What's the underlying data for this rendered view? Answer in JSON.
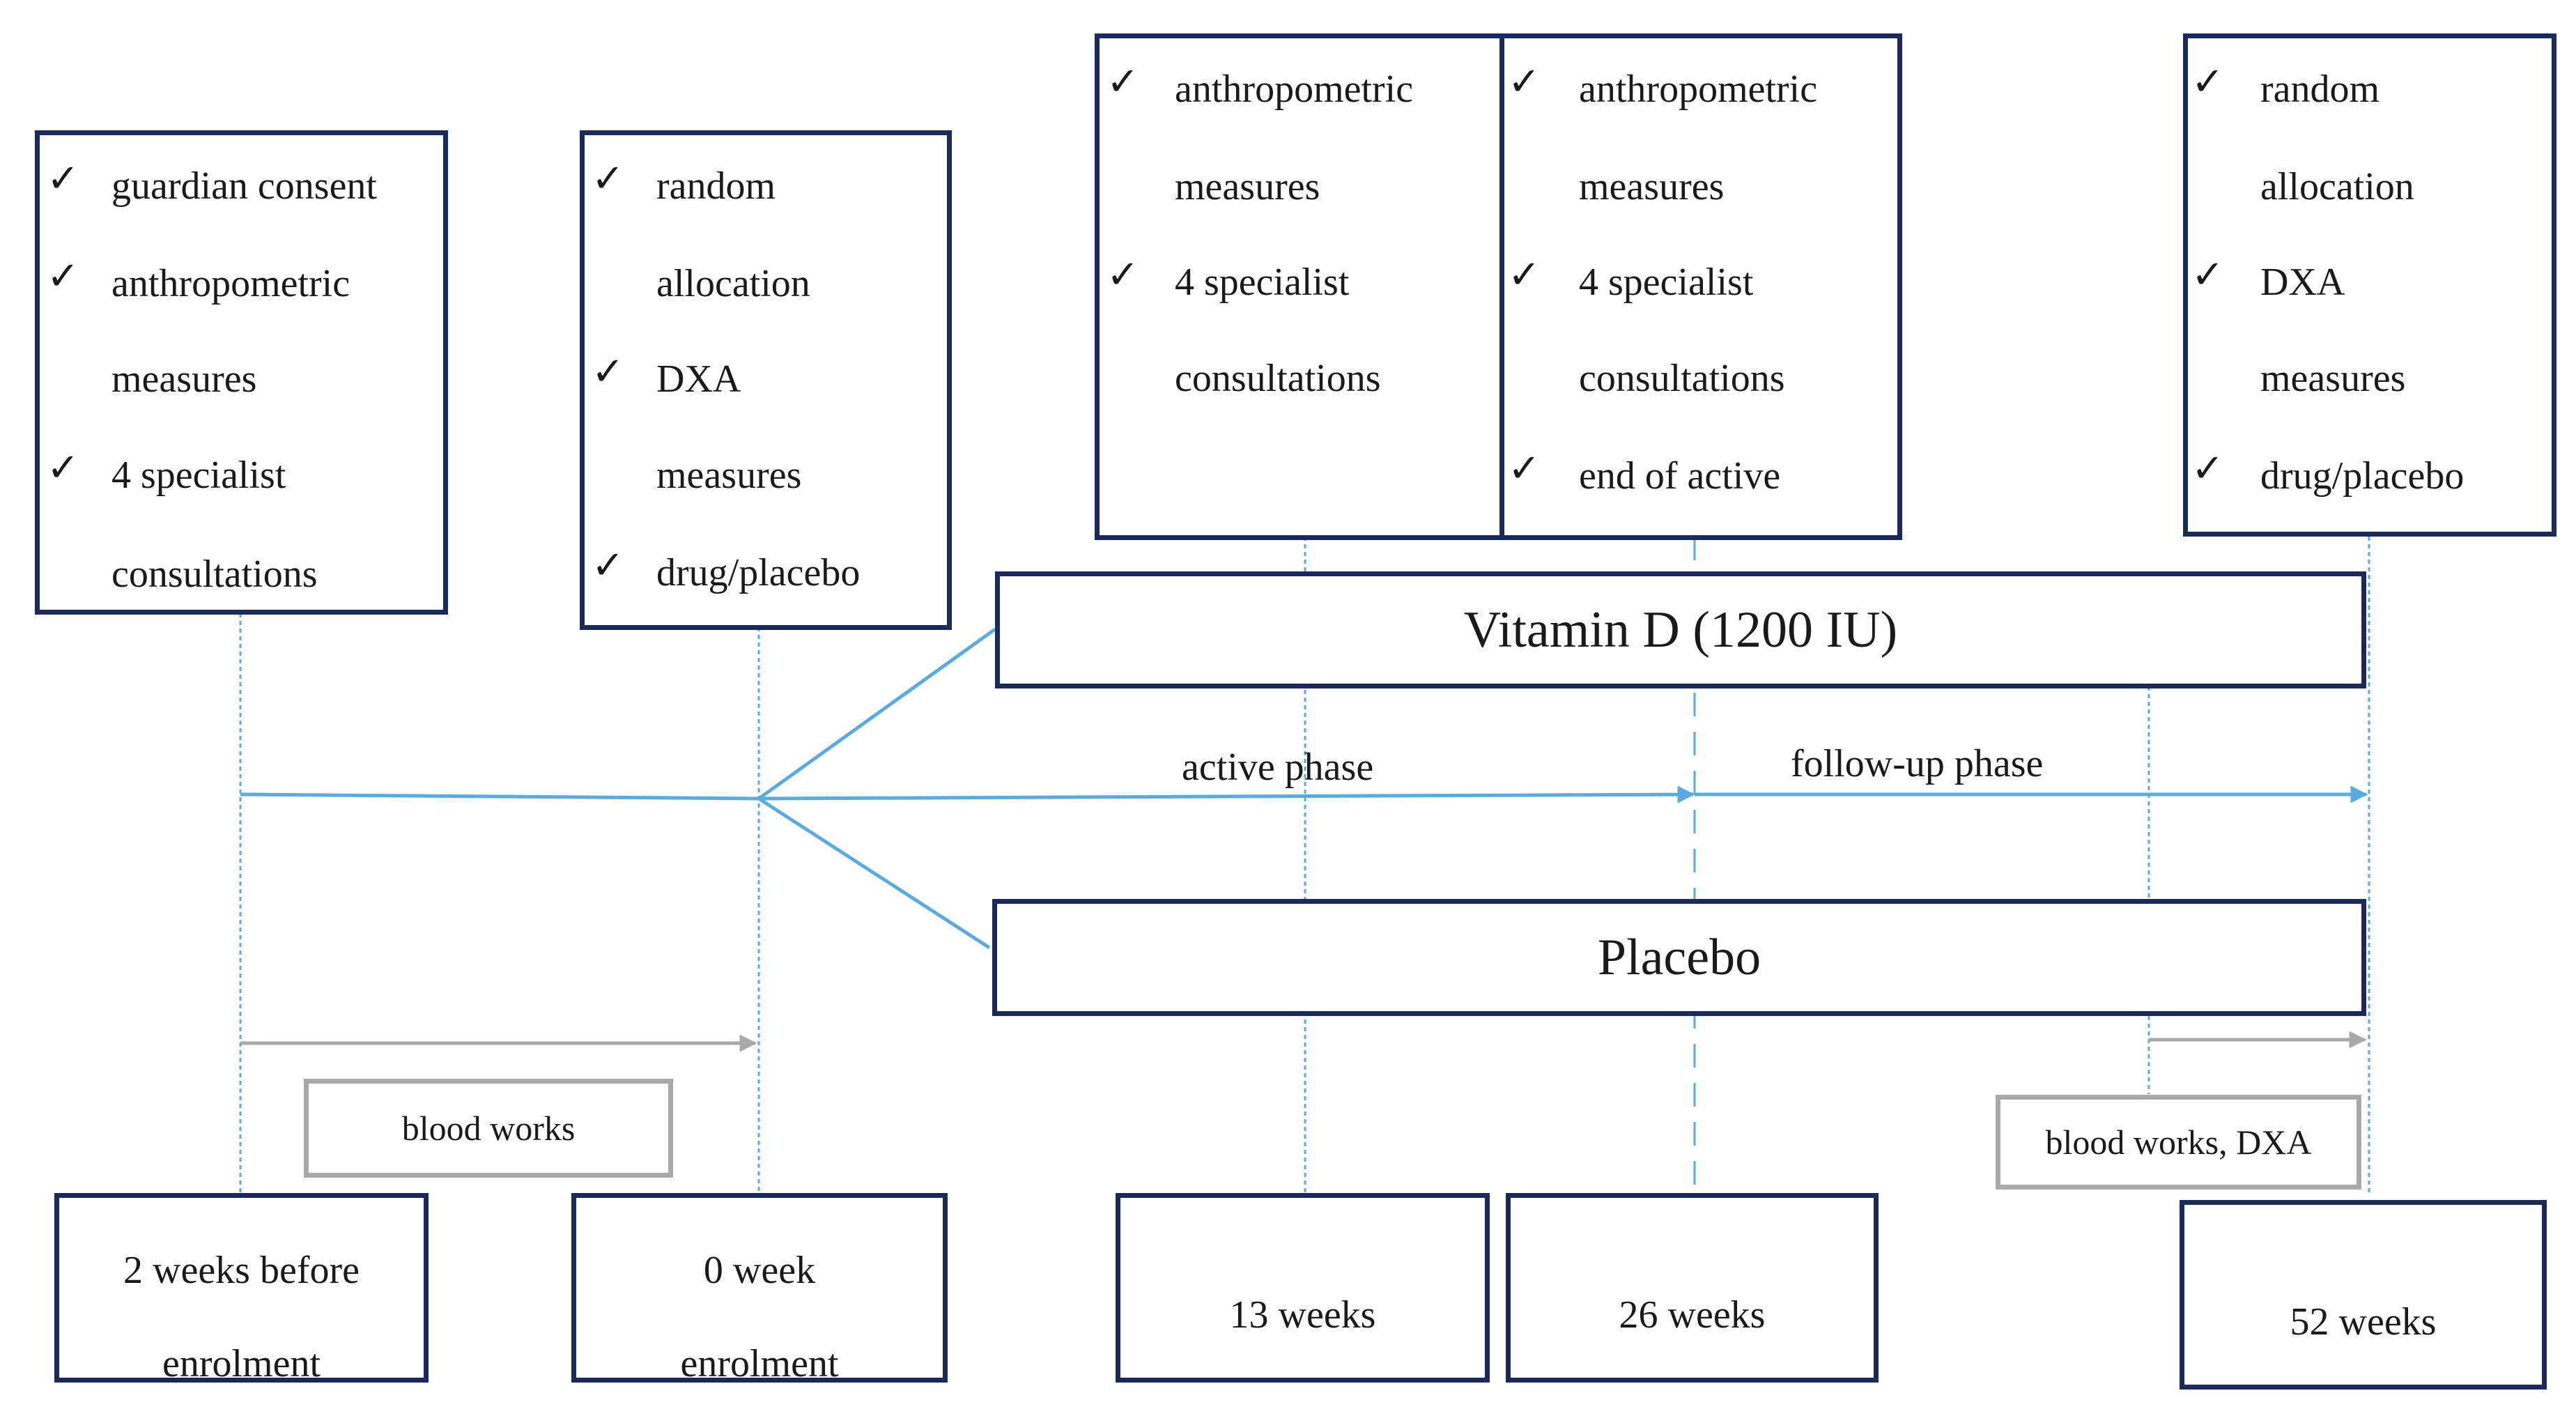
{
  "check_glyph": "✓",
  "colors": {
    "box_border": "#1b2a5c",
    "timeline": "#5aabdf",
    "gray": "#a9a9a9"
  },
  "top_boxes": [
    {
      "lines": [
        "guardian consent",
        "anthropometric",
        "measures",
        "4 specialist",
        "consultations"
      ]
    },
    {
      "lines": [
        "random",
        "allocation",
        "DXA",
        "measures",
        "drug/placebo"
      ]
    },
    {
      "lines": [
        "anthropometric",
        "measures",
        "4 specialist",
        "consultations"
      ]
    },
    {
      "lines": [
        "anthropometric",
        "measures",
        "4 specialist",
        "consultations",
        "end of active"
      ]
    },
    {
      "lines": [
        "random",
        "allocation",
        "DXA",
        "measures",
        "drug/placebo"
      ]
    }
  ],
  "arms": {
    "vitamin": "Vitamin D (1200 IU)",
    "placebo": "Placebo"
  },
  "phases": {
    "active": "active phase",
    "followup": "follow-up phase"
  },
  "blood_boxes": {
    "first": "blood works",
    "last": "blood works, DXA"
  },
  "time_boxes": [
    {
      "line1": "2 weeks before",
      "line2": "enrolment"
    },
    {
      "line1": "0 week",
      "line2": "enrolment"
    },
    {
      "line1": "13 weeks"
    },
    {
      "line1": "26 weeks"
    },
    {
      "line1": "52 weeks"
    }
  ]
}
